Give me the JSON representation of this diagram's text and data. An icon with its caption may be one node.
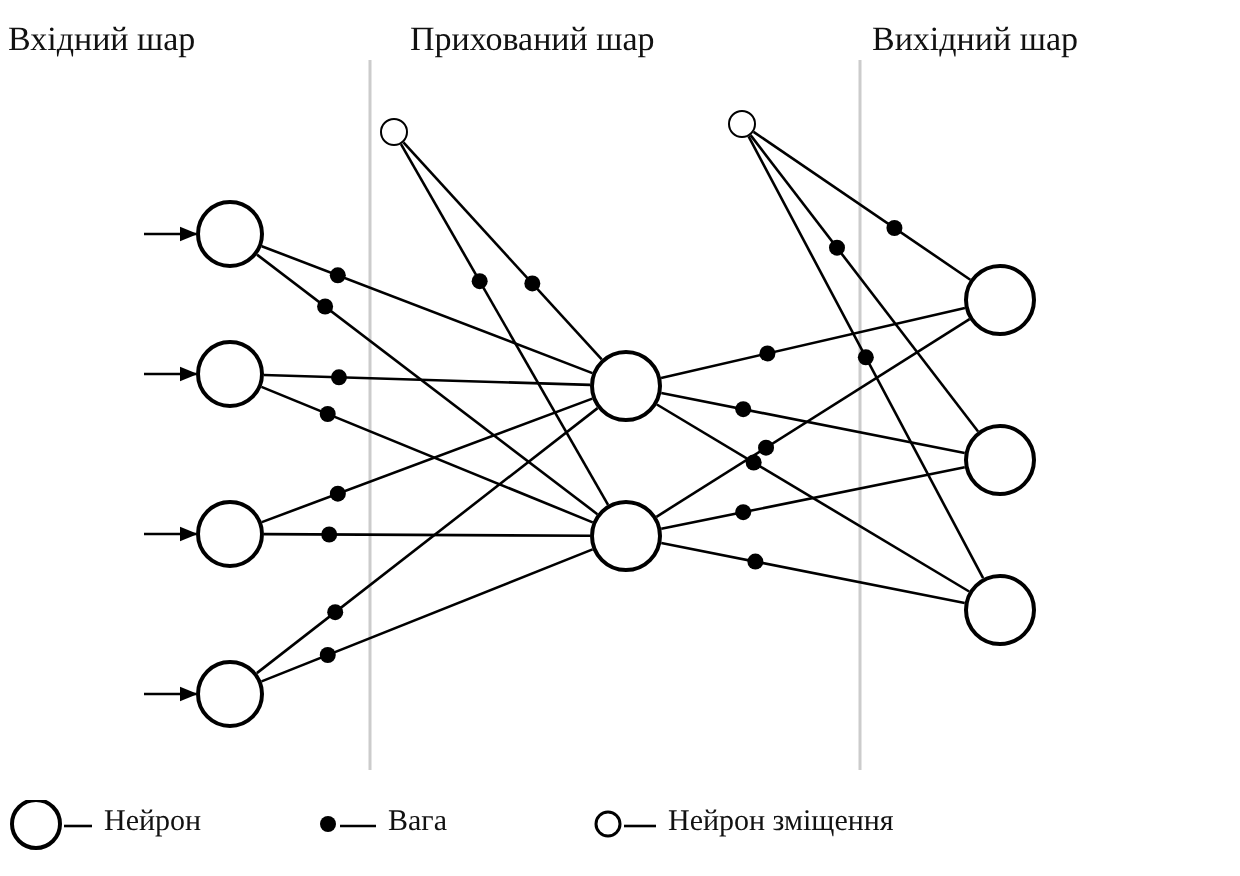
{
  "diagram": {
    "nodes": [
      {
        "text": [],
        "shape": "circle"
      },
      {
        "text": [],
        "shape": "circle"
      },
      {
        "text": [],
        "shape": "circle"
      },
      {
        "text": [],
        "shape": "circle"
      },
      {
        "text": [],
        "shape": "circle"
      },
      {
        "text": [],
        "shape": "circle"
      },
      {
        "text": [],
        "shape": "circle"
      },
      {
        "text": [],
        "shape": "circle"
      },
      {
        "text": [],
        "shape": "circle"
      },
      {
        "text": [],
        "shape": "circle"
      },
      {
        "text": [],
        "shape": "circle"
      }
    ],
    "edges": [
      {
        "from": null,
        "to": 0,
        "arrow": "to"
      },
      {
        "from": null,
        "to": 1,
        "arrow": "to"
      },
      {
        "from": null,
        "to": 2,
        "arrow": "to"
      },
      {
        "from": null,
        "to": 3,
        "arrow": "to"
      },
      {
        "from": 0,
        "to": 5,
        "arrow": "none"
      },
      {
        "from": 0,
        "to": 6,
        "arrow": "none"
      },
      {
        "from": 1,
        "to": 5,
        "arrow": "none"
      },
      {
        "from": 1,
        "to": 6,
        "arrow": "none"
      },
      {
        "from": 2,
        "to": 5,
        "arrow": "none"
      },
      {
        "from": 2,
        "to": 6,
        "arrow": "none"
      },
      {
        "from": 3,
        "to": 5,
        "arrow": "none"
      },
      {
        "from": 3,
        "to": 6,
        "arrow": "none"
      },
      {
        "from": 4,
        "to": 5,
        "arrow": "none"
      },
      {
        "from": 4,
        "to": 6,
        "arrow": "none"
      },
      {
        "from": 5,
        "to": 8,
        "arrow": "none"
      },
      {
        "from": 5,
        "to": 9,
        "arrow": "none"
      },
      {
        "from": 5,
        "to": 10,
        "arrow": "none"
      },
      {
        "from": 6,
        "to": 8,
        "arrow": "none"
      },
      {
        "from": 6,
        "to": 9,
        "arrow": "none"
      },
      {
        "from": 6,
        "to": 10,
        "arrow": "none"
      },
      {
        "from": 7,
        "to": 8,
        "arrow": "none"
      },
      {
        "from": 7,
        "to": 9,
        "arrow": "none"
      },
      {
        "from": 7,
        "to": 10,
        "arrow": "none"
      }
    ],
    "labels": [
      "Вхідний шар",
      "Прихований шар",
      "Вихідний шар"
    ],
    "legend": [
      {
        "text": "Нейрон"
      },
      {
        "text": "Вага"
      },
      {
        "text": "Нейрон зміщення"
      }
    ]
  }
}
